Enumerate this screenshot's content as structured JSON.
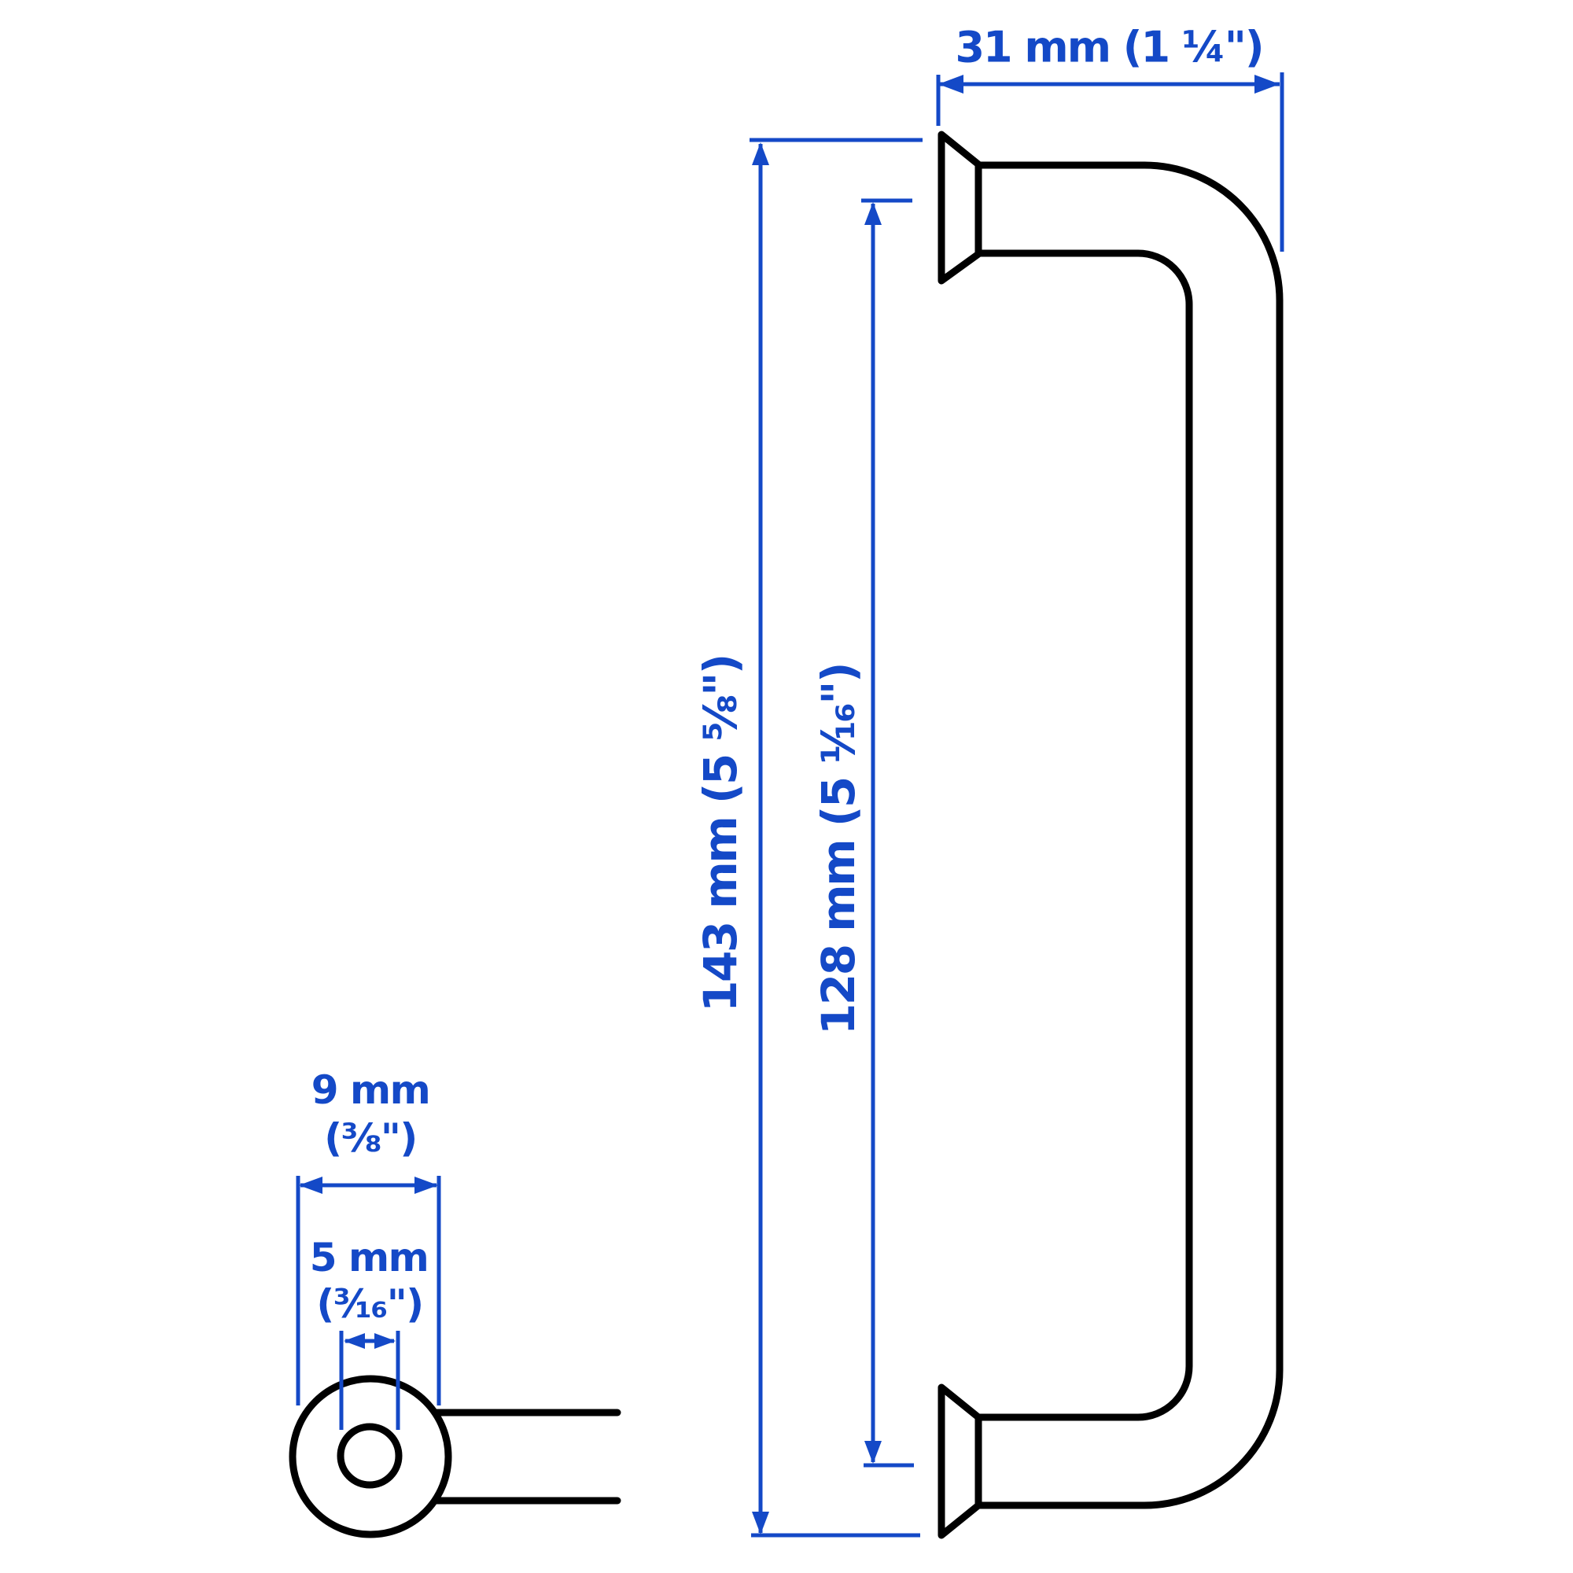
{
  "diagram": {
    "type": "product-dimension-drawing",
    "subject": "cabinet-handle",
    "colors": {
      "dimension_blue": "#1449c7",
      "outline_black": "#000000",
      "background": "#ffffff"
    },
    "labels": {
      "depth": "31 mm (1 ¼\")",
      "total_length": "143 mm (5 ⅝\")",
      "hole_spacing": "128 mm (5 ¹⁄₁₆\")",
      "head_diameter": [
        "9 mm",
        "(⅜\")"
      ],
      "hole_diameter": [
        "5 mm",
        "(³⁄₁₆\")"
      ]
    }
  }
}
